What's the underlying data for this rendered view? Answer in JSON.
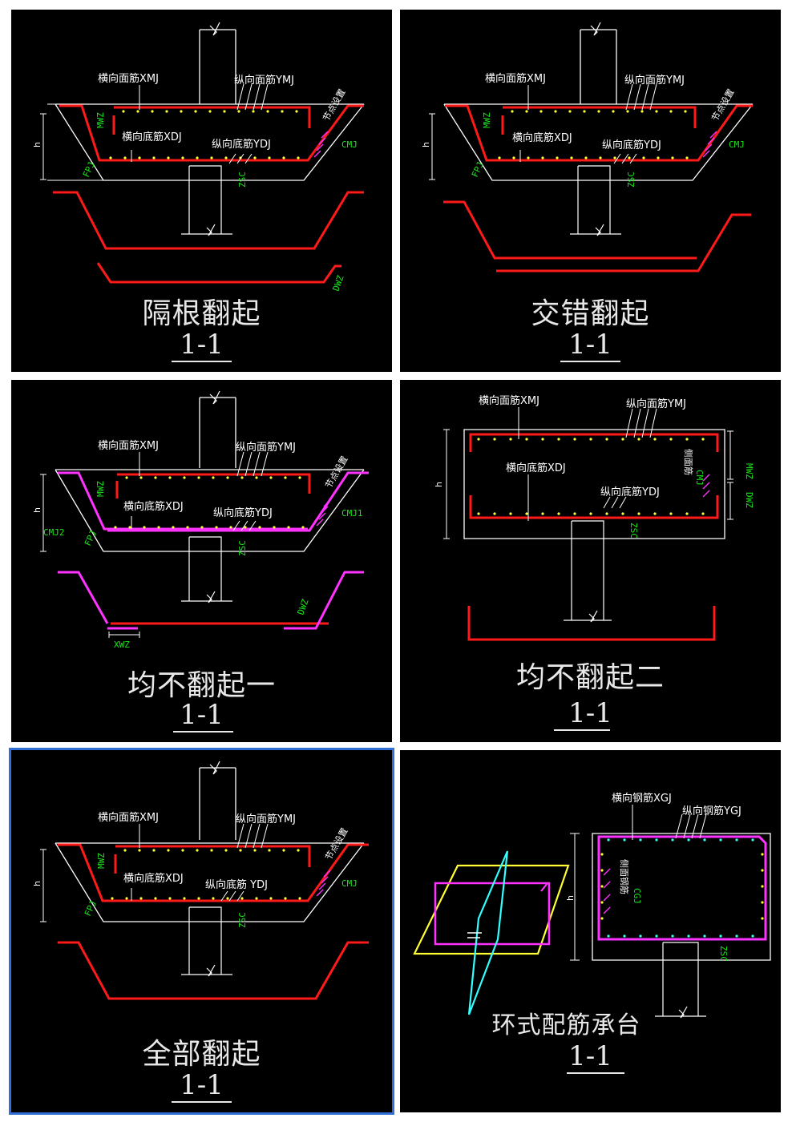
{
  "tiles": [
    {
      "title": "隔根翻起",
      "section": "1-1",
      "labels": {
        "xmj": "横向面筋XMJ",
        "ymj": "纵向面筋YMJ",
        "xdj": "横向底筋XDJ",
        "ydj": "纵向底筋YDJ",
        "cmj": "CMJ",
        "jd": "节点设置",
        "h": "h",
        "mwz": "MWZ",
        "fpj": "FPJ",
        "zsc": "ZSC",
        "dwz": "DWZ"
      }
    },
    {
      "title": "交错翻起",
      "section": "1-1",
      "labels": {
        "xmj": "横向面筋XMJ",
        "ymj": "纵向面筋YMJ",
        "xdj": "横向底筋XDJ",
        "ydj": "纵向底筋YDJ",
        "cmj": "CMJ",
        "jd": "节点设置",
        "h": "h",
        "mwz": "MWZ",
        "fpj": "FPJ",
        "zsc": "ZSC"
      }
    },
    {
      "title": "均不翻起一",
      "section": "1-1",
      "labels": {
        "xmj": "横向面筋XMJ",
        "ymj": "纵向面筋YMJ",
        "xdj": "横向底筋XDJ",
        "ydj": "纵向底筋YDJ",
        "cmj1": "CMJ1",
        "cmj2": "CMJ2",
        "jd": "节点设置",
        "h": "h",
        "mwz": "MWZ",
        "fpj": "FPJ",
        "zsc": "ZSC",
        "dwz": "DWZ",
        "xwz": "XWZ"
      }
    },
    {
      "title": "均不翻起二",
      "section": "1-1",
      "labels": {
        "xmj": "横向面筋XMJ",
        "ymj": "纵向面筋YMJ",
        "xdj": "横向底筋XDJ",
        "ydj": "纵向底筋YDJ",
        "cmj_t": "侧面筋",
        "cmj": "CMJ",
        "h": "h",
        "mwz": "MWZ",
        "dwz": "DWZ",
        "zsc": "ZSC"
      }
    },
    {
      "title": "全部翻起",
      "section": "1-1",
      "selected": true,
      "labels": {
        "xmj": "横向面筋XMJ",
        "ymj": "纵向面筋YMJ",
        "xdj": "横向底筋XDJ",
        "ydj": "纵向底筋 YDJ",
        "cmj": "CMJ",
        "jd": "节点设置",
        "h": "h",
        "mwz": "MWZ",
        "fpj": "FPJ",
        "zsc": "ZSC"
      }
    },
    {
      "title": "环式配筋承台",
      "section": "1-1",
      "labels": {
        "xgj": "横向钢筋XGJ",
        "ygj": "纵向钢筋YGJ",
        "cgj_t": "侧面钢筋",
        "cgj": "CGJ",
        "h": "h",
        "zsc": "ZSC"
      }
    }
  ],
  "colors": {
    "rebar": "#ff1a1a",
    "alt": "#ff33ff",
    "dim": "#19e619",
    "dot": "#ffff33",
    "select": "#2f6fd6",
    "yellow": "#ffff33",
    "cyan": "#33ffff"
  }
}
